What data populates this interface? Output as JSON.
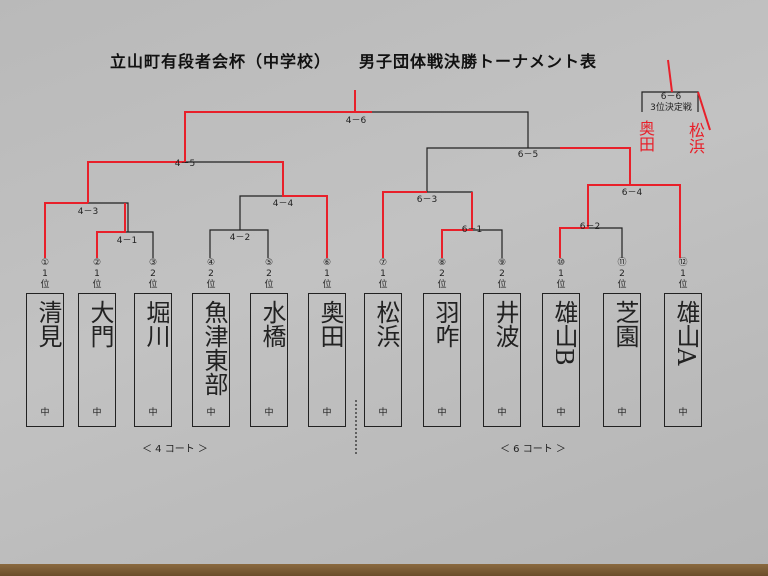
{
  "title": {
    "main": "立山町有段者会杯（中学校）",
    "sub": "男子団体戦決勝トーナメント表"
  },
  "teams": [
    {
      "num": "①",
      "seed": "1",
      "rank": "位",
      "name": "清見",
      "school": "中"
    },
    {
      "num": "②",
      "seed": "1",
      "rank": "位",
      "name": "大門",
      "school": "中"
    },
    {
      "num": "③",
      "seed": "2",
      "rank": "位",
      "name": "堀川",
      "school": "中"
    },
    {
      "num": "④",
      "seed": "2",
      "rank": "位",
      "name": "魚津東部",
      "school": "中"
    },
    {
      "num": "⑤",
      "seed": "2",
      "rank": "位",
      "name": "水橋",
      "school": "中"
    },
    {
      "num": "⑥",
      "seed": "1",
      "rank": "位",
      "name": "奥田",
      "school": "中"
    },
    {
      "num": "⑦",
      "seed": "1",
      "rank": "位",
      "name": "松浜",
      "school": "中"
    },
    {
      "num": "⑧",
      "seed": "2",
      "rank": "位",
      "name": "羽咋",
      "school": "中"
    },
    {
      "num": "⑨",
      "seed": "2",
      "rank": "位",
      "name": "井波",
      "school": "中"
    },
    {
      "num": "⑩",
      "seed": "1",
      "rank": "位",
      "name": "雄山B",
      "school": "中"
    },
    {
      "num": "⑪",
      "seed": "2",
      "rank": "位",
      "name": "芝園",
      "school": "中"
    },
    {
      "num": "⑫",
      "seed": "1",
      "rank": "位",
      "name": "雄山A",
      "school": "中"
    }
  ],
  "matches": {
    "m41": "4－1",
    "m42": "4－2",
    "m43": "4－3",
    "m44": "4－4",
    "m45": "4－5",
    "m46": "4－6",
    "m61": "6－1",
    "m62": "6－2",
    "m63": "6－3",
    "m64": "6－4",
    "m65": "6－5",
    "m66": "6－6"
  },
  "third_place": {
    "label": "3位決定戦",
    "left": "奥田",
    "right": "松浜"
  },
  "courts": {
    "left": "＜ 4 コート ＞",
    "right": "＜ 6 コート ＞"
  },
  "colors": {
    "line": "#222222",
    "winner": "#e8202a"
  }
}
